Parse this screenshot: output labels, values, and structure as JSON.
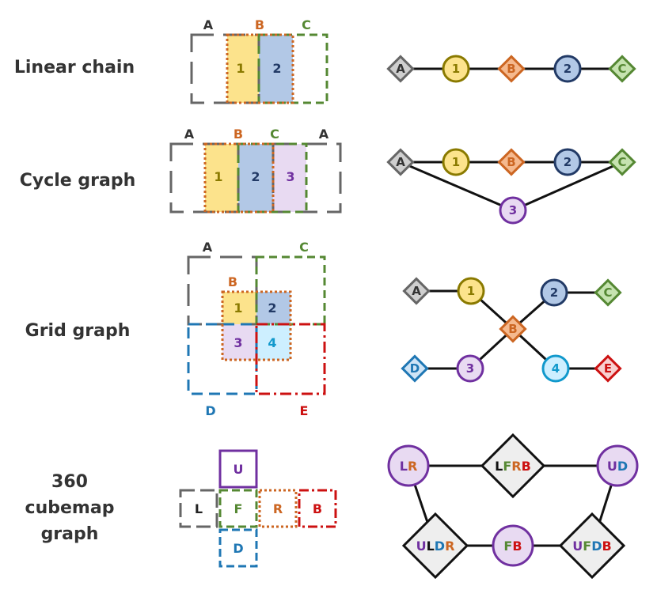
{
  "colors": {
    "A": "#666666",
    "A_fill": "#cfcfcf",
    "B": "#cc6622",
    "B_fill": "#f5b98e",
    "C": "#558833",
    "C_fill": "#c6e3b0",
    "D": "#1f77b4",
    "D_fill": "#cfe4f6",
    "E": "#cc1111",
    "E_fill": "#f8d0d0",
    "n1": "#8a7a00",
    "n1_fill": "#fce38c",
    "n2": "#223a66",
    "n2_fill": "#b2c8e6",
    "n3": "#7030a0",
    "n3_fill": "#e8daf2",
    "n4": "#1199cc",
    "n4_fill": "#cdefff",
    "black": "#111111"
  },
  "rows": [
    {
      "label": "Linear chain"
    },
    {
      "label": "Cycle graph"
    },
    {
      "label": "Grid graph"
    },
    {
      "label_lines": [
        "360",
        "cubemap",
        "graph"
      ]
    }
  ],
  "linear": {
    "regions": {
      "A": "A",
      "B": "B",
      "C": "C",
      "p1": "1",
      "p2": "2"
    },
    "nodes": [
      "A",
      "1",
      "B",
      "2",
      "C"
    ]
  },
  "cycle": {
    "regions": {
      "A_left": "A",
      "B": "B",
      "C": "C",
      "A_right": "A",
      "p1": "1",
      "p2": "2",
      "p3": "3"
    },
    "nodes": [
      "A",
      "1",
      "B",
      "2",
      "C",
      "3"
    ]
  },
  "grid": {
    "regions": {
      "A": "A",
      "B": "B",
      "C": "C",
      "D": "D",
      "E": "E",
      "p1": "1",
      "p2": "2",
      "p3": "3",
      "p4": "4"
    },
    "nodes": [
      "A",
      "1",
      "2",
      "C",
      "B",
      "D",
      "3",
      "4",
      "E"
    ]
  },
  "cubemap": {
    "faces": {
      "U": "U",
      "L": "L",
      "F": "F",
      "R": "R",
      "B": "B",
      "D": "D"
    },
    "nodes": {
      "LR": [
        {
          "t": "L",
          "c": "n3"
        },
        {
          "t": "R",
          "c": "B"
        }
      ],
      "LFRB": [
        {
          "t": "L",
          "c": "black"
        },
        {
          "t": "F",
          "c": "C"
        },
        {
          "t": "R",
          "c": "B"
        },
        {
          "t": "B",
          "c": "E"
        }
      ],
      "UD": [
        {
          "t": "U",
          "c": "n3"
        },
        {
          "t": "D",
          "c": "D"
        }
      ],
      "ULDR": [
        {
          "t": "U",
          "c": "n3"
        },
        {
          "t": "L",
          "c": "black"
        },
        {
          "t": "D",
          "c": "D"
        },
        {
          "t": "R",
          "c": "B"
        }
      ],
      "FB": [
        {
          "t": "F",
          "c": "C"
        },
        {
          "t": "B",
          "c": "E"
        }
      ],
      "UFDB": [
        {
          "t": "U",
          "c": "n3"
        },
        {
          "t": "F",
          "c": "C"
        },
        {
          "t": "D",
          "c": "D"
        },
        {
          "t": "B",
          "c": "E"
        }
      ]
    }
  }
}
